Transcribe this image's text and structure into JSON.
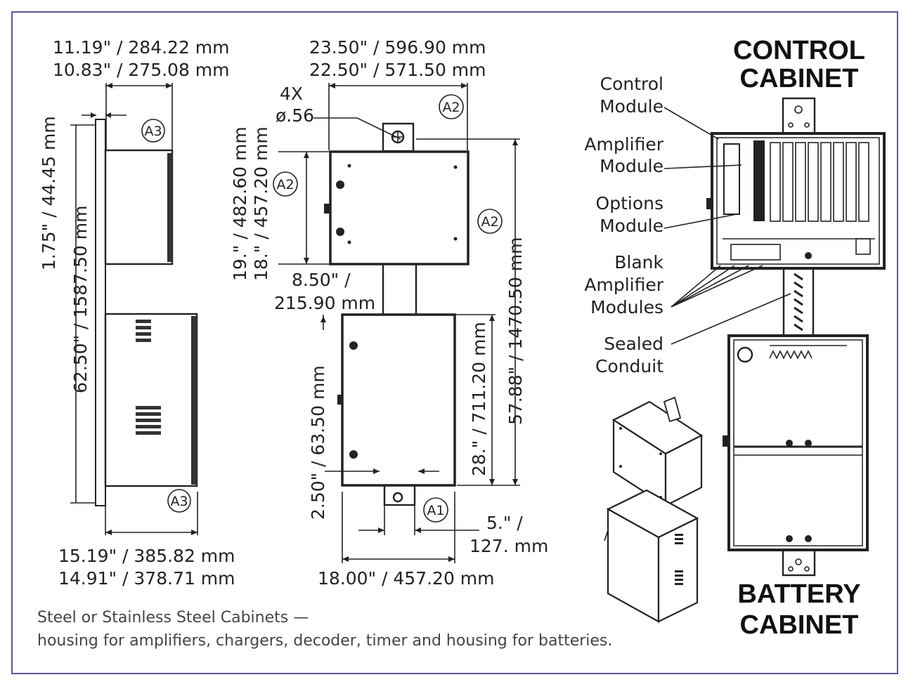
{
  "side_view": {
    "top_width": [
      "11.19\" / 284.22 mm",
      "10.83\" / 275.08 mm"
    ],
    "mount_gap": "1.75\" / 44.45 mm",
    "overall_height": "62.50\" / 1587.50 mm",
    "bottom_width": [
      "15.19\" / 385.82 mm",
      "14.91\" / 378.71 mm"
    ],
    "callout_top": "A3",
    "callout_bottom": "A3"
  },
  "front_view": {
    "top_width": [
      "23.50\" / 596.90 mm",
      "22.50\" / 571.50 mm"
    ],
    "hole_qty": "4X",
    "hole_dia": "ø.56",
    "callout_top": "A2",
    "callout_left": "A2",
    "callout_right": "A2",
    "callout_bottom": "A1",
    "control_height": [
      "19.\" / 482.60 mm",
      "18.\" / 457.20 mm"
    ],
    "gap": [
      "8.50\" /",
      "215.90 mm"
    ],
    "overall_height": "57.88\" / 1470.50 mm",
    "battery_height": "28.\" / 711.20 mm",
    "bottom_offset": "2.50\" / 63.50 mm",
    "slot_width": [
      "5.\" /",
      "127. mm"
    ],
    "bottom_width": "18.00\" / 457.20 mm"
  },
  "control_cabinet": {
    "title": [
      "CONTROL",
      "CABINET"
    ],
    "labels": {
      "control_module": [
        "Control",
        "Module"
      ],
      "amplifier_module": [
        "Amplifier",
        "Module"
      ],
      "options_module": [
        "Options",
        "Module"
      ],
      "blank_amplifier_modules": [
        "Blank",
        "Amplifier",
        "Modules"
      ],
      "sealed_conduit": [
        "Sealed",
        "Conduit"
      ]
    }
  },
  "battery_cabinet": {
    "title": [
      "BATTERY",
      "CABINET"
    ]
  },
  "footnote": [
    "Steel or Stainless Steel Cabinets —",
    "housing for amplifiers, chargers, decoder, timer and housing for batteries."
  ]
}
